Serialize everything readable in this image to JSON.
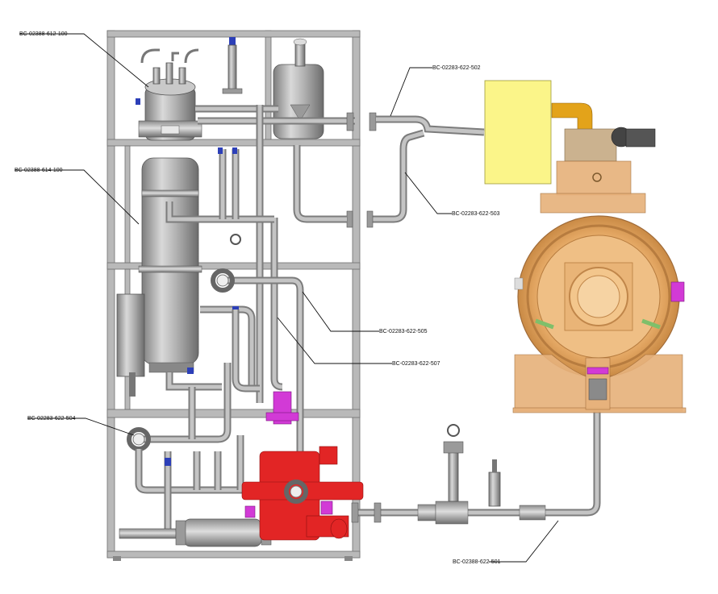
{
  "labels": {
    "tank_top": "BC-02388-612-100",
    "column": "BC-02388-614-100",
    "outlet_to_box": "BC-02283-622-502",
    "return_line": "BC-02283-622-503",
    "mid_elbow_a": "BC-02283-622-505",
    "mid_elbow_b": "BC-02283-622-507",
    "lower_elbow": "BC-02283-622-504",
    "bottom_line": "BC-02388-622-501"
  },
  "colors": {
    "steel": "#a8a8a8",
    "frame": "#b9b9b9",
    "pump_red": "#e22525",
    "magenta": "#d23ad6",
    "chamber_bronze": "#e7b27c",
    "yellow_box": "#fbf589",
    "valve_blue": "#2c3fb8"
  }
}
